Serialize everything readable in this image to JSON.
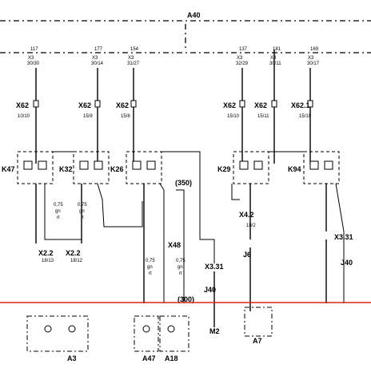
{
  "title": "A40",
  "top_pins": [
    {
      "num": "117",
      "sub": "X3",
      "pin": "30/30"
    },
    {
      "num": "177",
      "sub": "X3",
      "pin": "30/14"
    },
    {
      "num": "154",
      "sub": "X3",
      "pin": "31/27"
    },
    {
      "num": "137",
      "sub": "X3",
      "pin": "32/29"
    },
    {
      "num": "181",
      "sub": "X3",
      "pin": "30/11"
    },
    {
      "num": "169",
      "sub": "X3",
      "pin": "30/17"
    }
  ],
  "connectors_x62": [
    {
      "label": "X62",
      "pin": "10/10"
    },
    {
      "label": "X62",
      "pin": "15/9"
    },
    {
      "label": "X62",
      "pin": "15/8"
    },
    {
      "label": "X62",
      "pin": "15/10"
    },
    {
      "label": "X62",
      "pin": "15/11"
    },
    {
      "label": "X62.1",
      "pin": "15/19"
    }
  ],
  "relays": [
    "K47",
    "K32",
    "K26",
    "K29",
    "K94"
  ],
  "mid_labels": {
    "ref_350": "(350)",
    "x4_2": "X4.2",
    "x4_2_pin": "18/2",
    "x48": "X48",
    "j6": "J6",
    "x3_31_left": "X3.31",
    "x3_31_right": "X3.31",
    "j40_left": "J40",
    "j40_right": "J40",
    "ref_300": "(300)",
    "x2_2_a": "X2.2",
    "x2_2_b": "X2.2",
    "x2_2_a_pin": "18/13",
    "x2_2_b_pin": "18/12"
  },
  "wire_specs": [
    {
      "size": "0,75",
      "color": "gn",
      "suffix": "rt"
    },
    {
      "size": "0,75",
      "color": "gn",
      "suffix": "rt"
    },
    {
      "size": "0,75",
      "color": "gn",
      "suffix": "rt"
    },
    {
      "size": "0,75",
      "color": "gn",
      "suffix": "rt"
    }
  ],
  "bottom_devices": [
    "A3",
    "A47",
    "A18",
    "M2",
    "A7"
  ]
}
